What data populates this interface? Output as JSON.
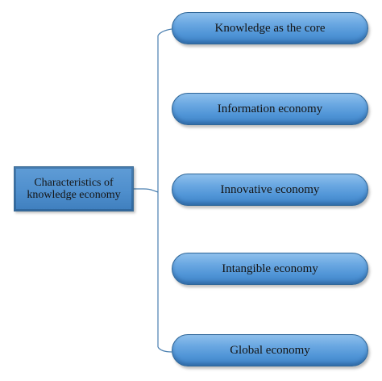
{
  "root": {
    "label": "Characteristics of knowledge economy"
  },
  "characteristics": [
    {
      "label": "Knowledge as the core"
    },
    {
      "label": "Information economy"
    },
    {
      "label": "Innovative economy"
    },
    {
      "label": "Intangible economy"
    },
    {
      "label": "Global economy"
    }
  ],
  "colors": {
    "node_fill": "#4f94d6",
    "node_border": "#2f6799",
    "connector": "#4a7fb0",
    "text": "#141414"
  }
}
